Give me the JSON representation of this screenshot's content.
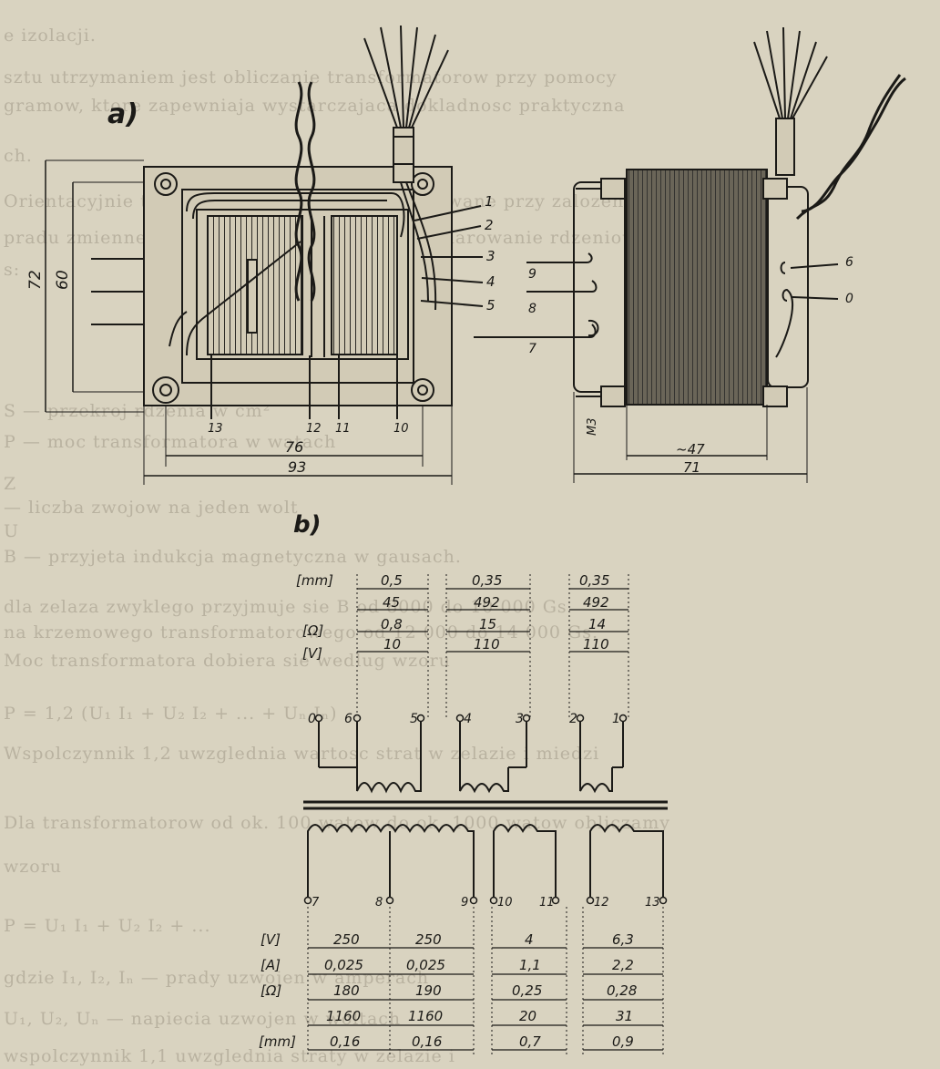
{
  "bleed_text": [
    "e izolacji.",
    "sztu utrzymaniem jest obliczanie transformatorow przy pomocy",
    "gramow, ktore zapewniaja wystarczajaca dokladnosc praktyczna",
    "ch.",
    "Orientacyjnie transformatory sieciowe opracowane przy zalozeniu, ze",
    "pradu zmiennego o czestotliwosci 50 Hz, wymiarowanie rdzeniow",
    "s:",
    "S  —  przekroj rdzenia w cm²",
    "P  —  moc transformatora w watach",
    "Z",
    "—  liczba zwojow na jeden wolt",
    "U",
    "B  —  przyjeta indukcja magnetyczna w gausach.",
    "dla zelaza zwyklego przyjmuje sie B od 8000 do 10 000 Gs",
    "na krzemowego transformatorowego od 12 000 do 14 000 Gs.",
    "Moc transformatora dobiera sie wedlug wzoru",
    "P = 1,2 (U₁ I₁ + U₂ I₂ + ... + Uₙ Iₙ)",
    "Wspolczynnik 1,2 uwzglednia wartosc strat w zelazie i miedzi",
    "Dla transformatorow od ok. 100 watow do ok. 1000 watow obliczamy",
    "wzoru",
    "P = U₁ I₁ + U₂ I₂ + ...",
    "gdzie I₁, I₂, Iₙ — prady uzwojen w amperach",
    "U₁, U₂, Uₙ — napiecia uzwojen w woltach",
    "wspolczynnik 1,1 uwzglednia straty w zelazie i"
  ],
  "figure_a": {
    "label": "a)",
    "dim_72": "72",
    "dim_60": "60",
    "dim_76": "76",
    "dim_93": "93",
    "dim_47": "~47",
    "dim_71": "71",
    "dim_m3": "M3",
    "front_callouts": [
      "1",
      "2",
      "3",
      "4",
      "5"
    ],
    "bottom_callouts": [
      "13",
      "12",
      "11",
      "10"
    ],
    "side_callouts": [
      "6",
      "0",
      "9",
      "8",
      "7"
    ]
  },
  "figure_b": {
    "label": "b)",
    "units_top": [
      "[mm]",
      "[Ω]",
      "[V]"
    ],
    "top_groups": [
      {
        "mm": "0,5",
        "turns": "45",
        "ohm": "0,8",
        "v": "10"
      },
      {
        "mm": "0,35",
        "turns": "492",
        "ohm": "15",
        "v": "110"
      },
      {
        "mm": "0,35",
        "turns": "492",
        "ohm": "14",
        "v": "110"
      }
    ],
    "top_terminals": [
      "0",
      "6",
      "5",
      "4",
      "3",
      "2",
      "1"
    ],
    "bottom_terminals": [
      "7",
      "8",
      "9",
      "10",
      "11",
      "12",
      "13"
    ],
    "units_bottom": [
      "[V]",
      "[A]",
      "[Ω]",
      "",
      "[mm]"
    ],
    "bottom_groups": [
      {
        "v": "250",
        "a": "0,025",
        "ohm": "180",
        "turns": "1160",
        "mm": "0,16"
      },
      {
        "v": "250",
        "a": "0,025",
        "ohm": "190",
        "turns": "1160",
        "mm": "0,16"
      },
      {
        "v": "4",
        "a": "1,1",
        "ohm": "0,25",
        "turns": "20",
        "mm": "0,7"
      },
      {
        "v": "6,3",
        "a": "2,2",
        "ohm": "0,28",
        "turns": "31",
        "mm": "0,9"
      }
    ]
  }
}
